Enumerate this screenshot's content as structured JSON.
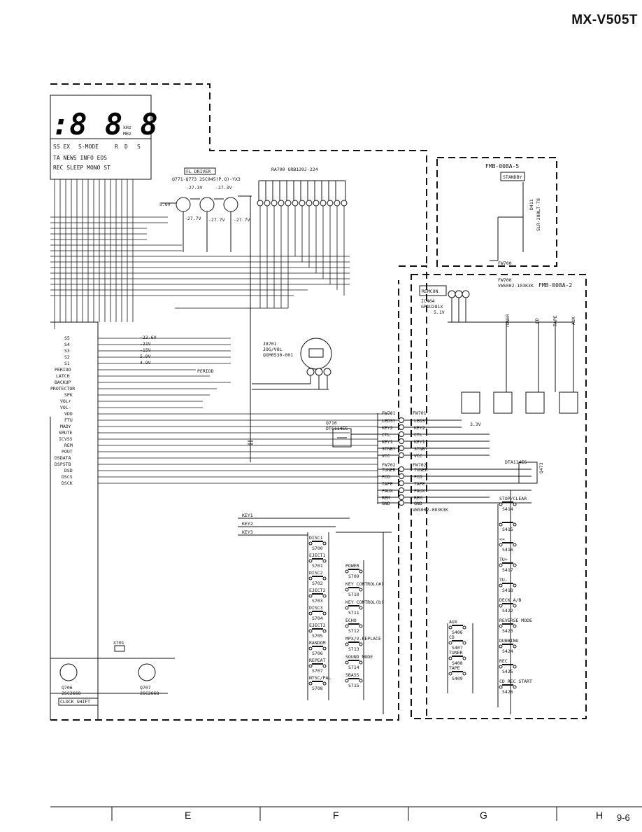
{
  "model": "MX-V505T",
  "page_number": "9-6",
  "footer_columns": [
    "E",
    "F",
    "G",
    "H"
  ],
  "display_panel": {
    "digits": ":8 8 8",
    "unit_khz": "kHz",
    "unit_mhz": "MHz",
    "row1": [
      "SS EX",
      "S-MODE",
      "R",
      "D",
      "S"
    ],
    "row2": "TA NEWS INFO EOS",
    "row3": "REC SLEEP MONO ST"
  },
  "boards": {
    "standby_board": "FMB-008A-5",
    "main_board": "FMB-008A-2"
  },
  "labels": {
    "fl_driver": "FL DRIVER",
    "transistors": "Q771-Q773 2SC945(P.Q)-YX3",
    "resistor_array": "RA700 GRB139J-224",
    "standby": "STANDBY",
    "remcon": "REMCON",
    "ic404": "IC404",
    "ic404_part": "GP1U281X",
    "jack": "J8701",
    "jack_desc": "JOG/VOL",
    "jack_part": "QGM0530-001",
    "fw700": "FW700",
    "fw700_part": "VWS002-103K3K",
    "fw701": "FW701",
    "fw702": "FW702",
    "fw702_part": "VWS002-083K3K",
    "q710": "Q710",
    "q710_part": "DTC114ES",
    "dta": "DTA114ES",
    "q473": "Q473",
    "d411": "D411",
    "d411_part": "SLR-380LT-T8",
    "xtal": "X701",
    "clock_shift": "CLOCK SHIFT",
    "periodo": "PERIOD",
    "q706": "Q706",
    "q706_part": "2SC2668",
    "q707": "Q707",
    "q707_part": "2SC2668"
  },
  "voltages": [
    "-27.3V",
    "-27.3V",
    "-27.7V",
    "-27.7V",
    "-27.7V",
    "5.6V",
    "-23.6V",
    "-21V",
    "-15V",
    "5.0V",
    "4.9V",
    "5.1V",
    "3.3V"
  ],
  "ic_pins_left": [
    {
      "name": "S5"
    },
    {
      "name": "S4"
    },
    {
      "name": "S3"
    },
    {
      "name": "S2"
    },
    {
      "name": "S1"
    },
    {
      "name": "PERIOD"
    },
    {
      "name": "LATCH"
    },
    {
      "name": "BACKUP"
    },
    {
      "name": "PROTECTOR"
    },
    {
      "name": "SPK"
    },
    {
      "name": "VOL+"
    },
    {
      "name": "VOL-"
    },
    {
      "name": "VDD"
    },
    {
      "name": "FTU"
    },
    {
      "name": "MADY"
    },
    {
      "name": "SMUTE"
    },
    {
      "name": "ICVSS"
    },
    {
      "name": "REM"
    },
    {
      "name": "POUT"
    },
    {
      "name": "DSDATA"
    },
    {
      "name": "DSPSTB"
    },
    {
      "name": "DSD"
    },
    {
      "name": "DSCS"
    },
    {
      "name": "DSCK"
    }
  ],
  "connector_signals": [
    "LEDSY",
    "KEY2",
    "CTL",
    "KEY1",
    "STNBY",
    "VCC"
  ],
  "connector2_signals": [
    "TUNER",
    "FCD",
    "TAPE",
    "FAUX",
    "REM",
    "GND"
  ],
  "switches_mid": [
    {
      "ref": "S700",
      "name": "DISC1"
    },
    {
      "ref": "S701",
      "name": "EJECT1"
    },
    {
      "ref": "S702",
      "name": "DISC2"
    },
    {
      "ref": "S703",
      "name": "EJECT2"
    },
    {
      "ref": "S704",
      "name": "DISC3"
    },
    {
      "ref": "S705",
      "name": "EJECT3"
    },
    {
      "ref": "S706",
      "name": "RANDOM"
    },
    {
      "ref": "S707",
      "name": "REPEAT"
    },
    {
      "ref": "S708",
      "name": "NTSC/PAL"
    }
  ],
  "switches_mid2": [
    {
      "ref": "S709",
      "name": "POWER"
    },
    {
      "ref": "S710",
      "name": "KEY CONTROL(#)"
    },
    {
      "ref": "S711",
      "name": "KEY CONTROL(b)"
    },
    {
      "ref": "S712",
      "name": "ECHO"
    },
    {
      "ref": "S713",
      "name": "MPX/V.REPLACE"
    },
    {
      "ref": "S714",
      "name": "SOUND MODE"
    },
    {
      "ref": "S715",
      "name": "SBASS"
    }
  ],
  "switches_right": [
    {
      "ref": "S414",
      "name": "STOP/CLEAR"
    },
    {
      "ref": "S415",
      "name": ""
    },
    {
      "ref": "S416",
      "name": "<<"
    },
    {
      "ref": "S417",
      "name": "TU+"
    },
    {
      "ref": "S418",
      "name": "TU-"
    },
    {
      "ref": "S422",
      "name": "DECK A/B"
    },
    {
      "ref": "S423",
      "name": "REVERSE MODE"
    },
    {
      "ref": "S424",
      "name": "DUBBING"
    },
    {
      "ref": "S425",
      "name": "REC"
    },
    {
      "ref": "S426",
      "name": "CD REC START"
    }
  ],
  "switches_source": [
    {
      "ref": "S406",
      "name": "AUX"
    },
    {
      "ref": "S407",
      "name": "CD"
    },
    {
      "ref": "S408",
      "name": "TUNER"
    },
    {
      "ref": "S409",
      "name": "TAPE"
    }
  ],
  "leds": [
    "TUNER",
    "CD",
    "TAPE",
    "AUX"
  ],
  "key_lines": [
    "KEY1",
    "KEY2",
    "KEY3"
  ]
}
